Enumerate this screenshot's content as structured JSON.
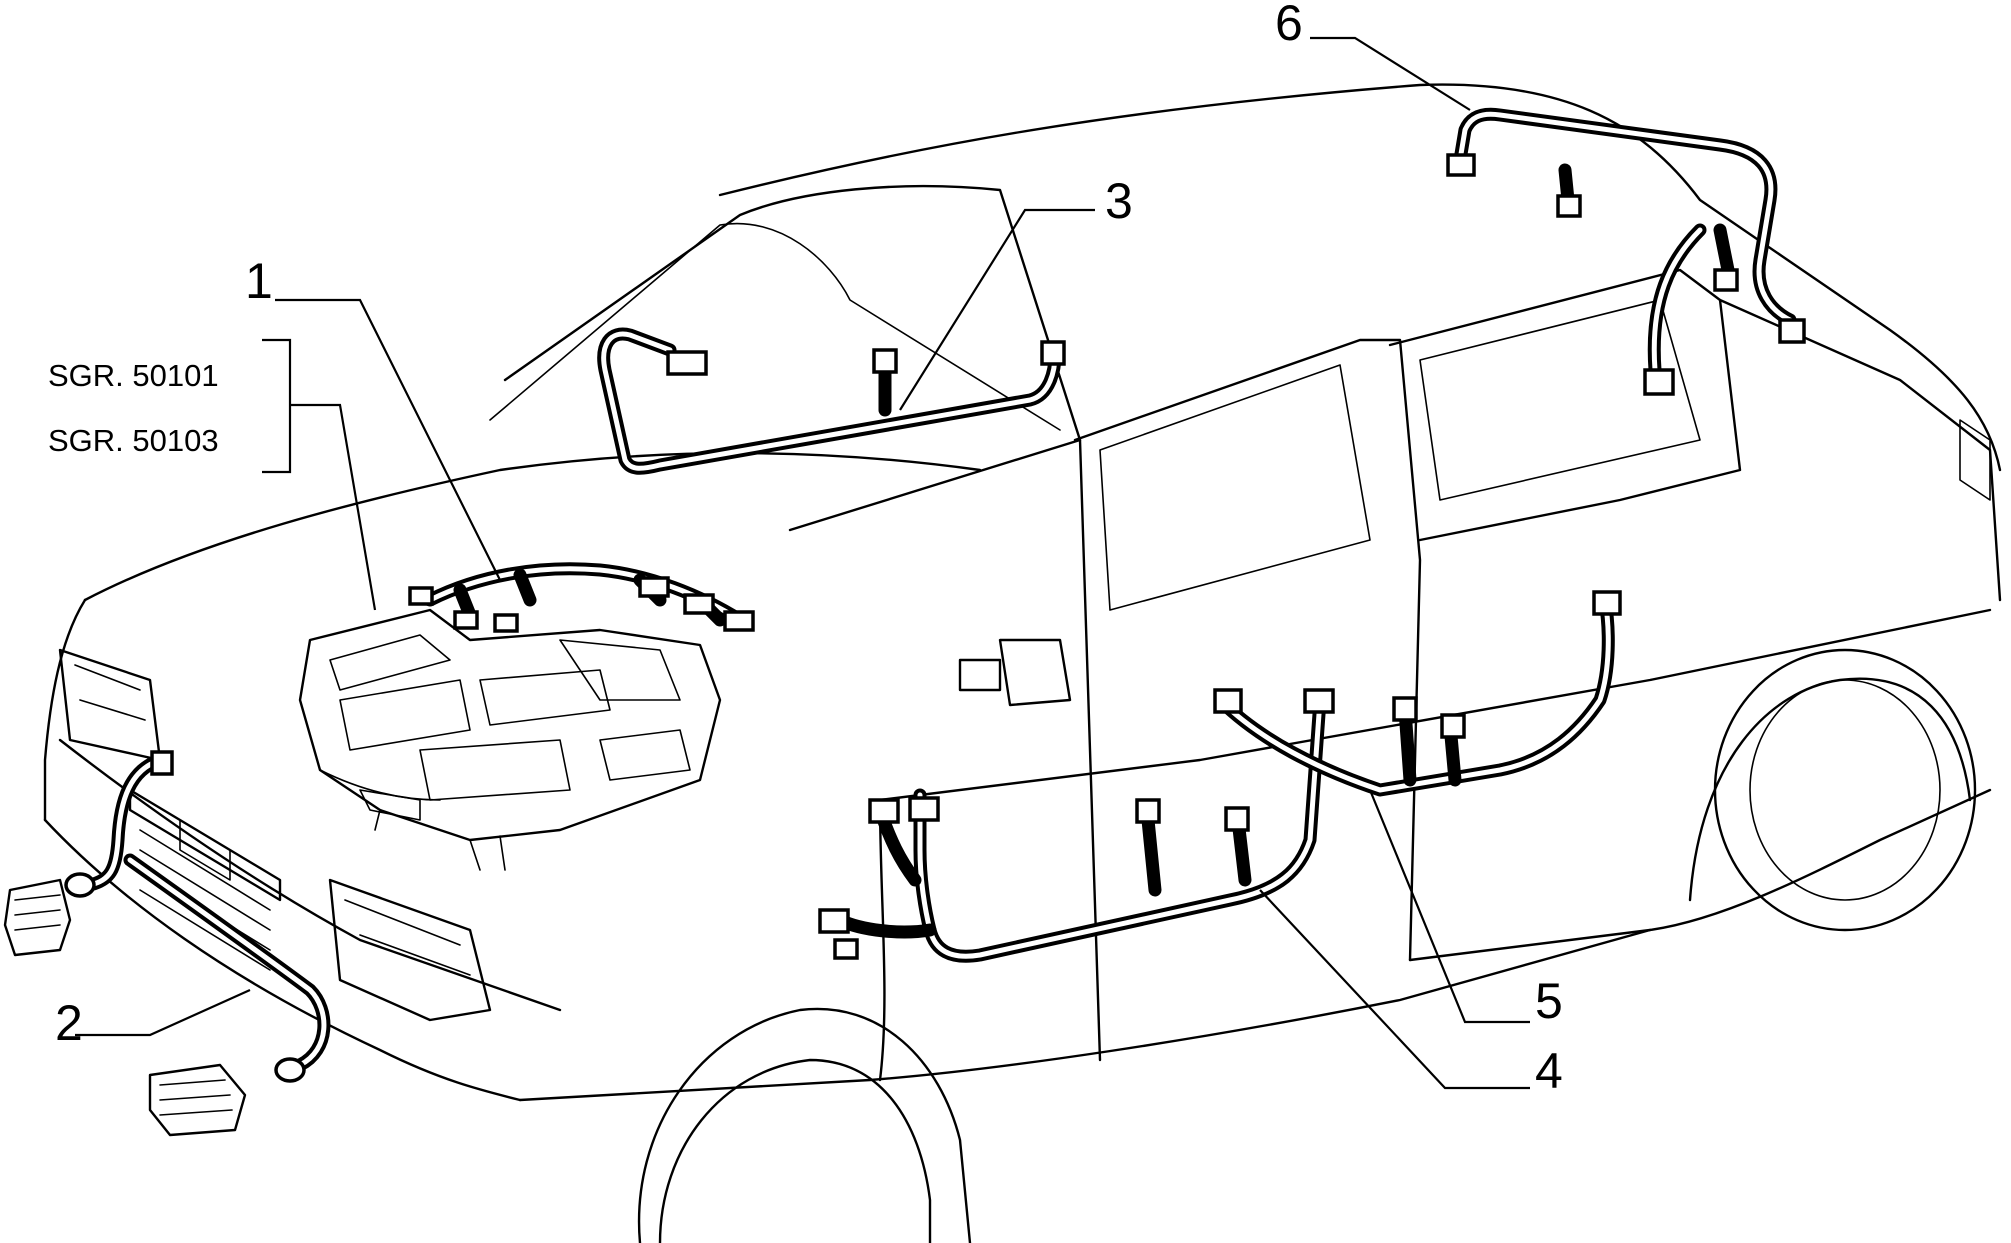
{
  "diagram": {
    "callouts": [
      {
        "id": "1",
        "label": "1"
      },
      {
        "id": "2",
        "label": "2"
      },
      {
        "id": "3",
        "label": "3"
      },
      {
        "id": "4",
        "label": "4"
      },
      {
        "id": "5",
        "label": "5"
      },
      {
        "id": "6",
        "label": "6"
      }
    ],
    "references": [
      "SGR. 50101",
      "SGR. 50103"
    ]
  }
}
